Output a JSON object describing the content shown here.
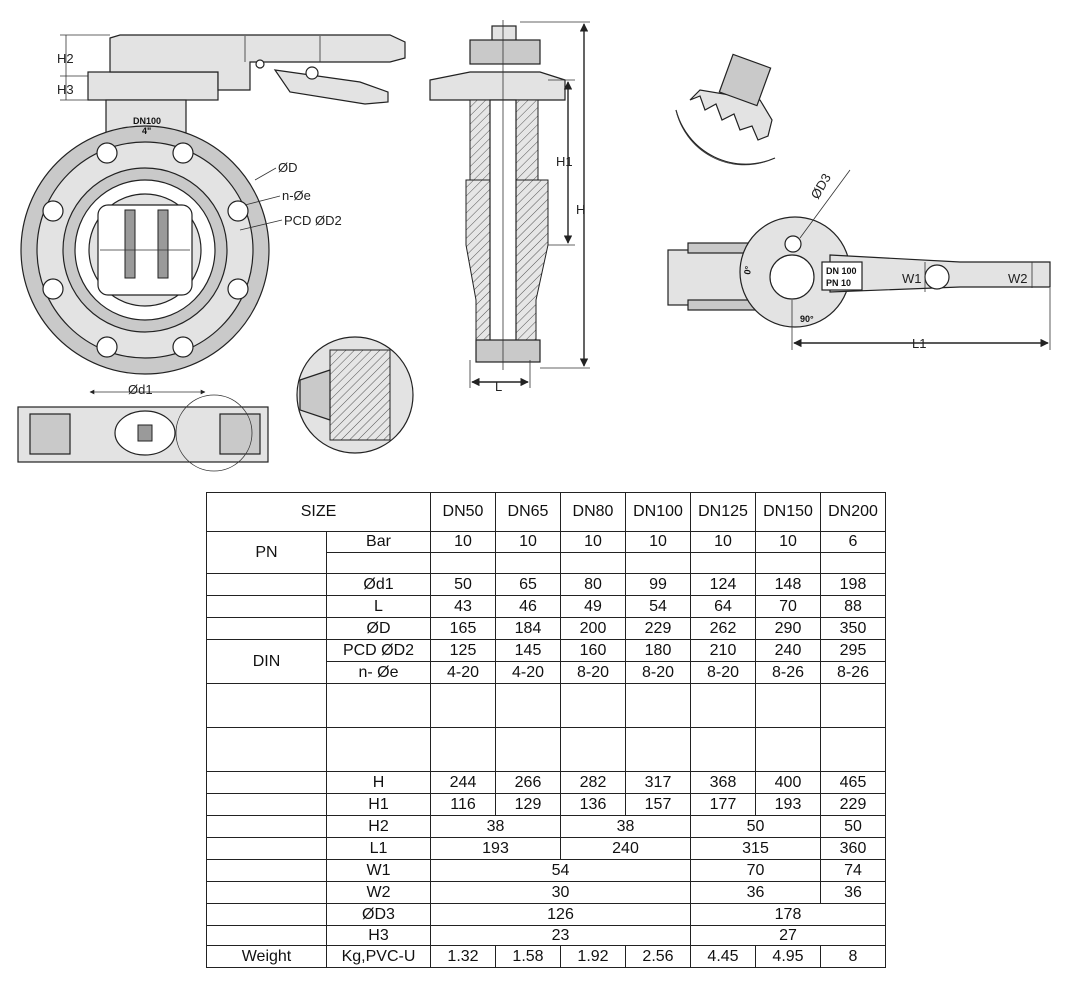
{
  "drawing_labels": {
    "h2": "H2",
    "h3": "H3",
    "d": "ØD",
    "ne": "n-Øe",
    "pcd": "PCD ØD2",
    "d1": "Ød1",
    "h1": "H1",
    "h": "H",
    "l": "L",
    "d3": "ØD3",
    "w1": "W1",
    "w2": "W2",
    "l1": "L1",
    "body_mark": "DN100",
    "body_mark2": "4\"",
    "plate_line1": "DN 100",
    "plate_line2": "PN 10",
    "angle_0": "0°",
    "angle_90": "90°"
  },
  "table": {
    "size_label": "SIZE",
    "sizes": [
      "DN50",
      "DN65",
      "DN80",
      "DN100",
      "DN125",
      "DN150",
      "DN200"
    ],
    "pn": {
      "label": "PN",
      "unit": "Bar",
      "values": [
        "10",
        "10",
        "10",
        "10",
        "10",
        "10",
        "6"
      ]
    },
    "din_label": "DIN",
    "din_rows": [
      {
        "label": "Ød1",
        "values": [
          "50",
          "65",
          "80",
          "99",
          "124",
          "148",
          "198"
        ]
      },
      {
        "label": "L",
        "values": [
          "43",
          "46",
          "49",
          "54",
          "64",
          "70",
          "88"
        ]
      },
      {
        "label": "ØD",
        "values": [
          "165",
          "184",
          "200",
          "229",
          "262",
          "290",
          "350"
        ]
      },
      {
        "label": "PCD ØD2",
        "values": [
          "125",
          "145",
          "160",
          "180",
          "210",
          "240",
          "295"
        ]
      },
      {
        "label": "n- Øe",
        "values": [
          "4-20",
          "4-20",
          "8-20",
          "8-20",
          "8-20",
          "8-26",
          "8-26"
        ]
      }
    ],
    "h": {
      "label": "H",
      "values": [
        "244",
        "266",
        "282",
        "317",
        "368",
        "400",
        "465"
      ]
    },
    "h1": {
      "label": "H1",
      "values": [
        "116",
        "129",
        "136",
        "157",
        "177",
        "193",
        "229"
      ]
    },
    "h2": {
      "label": "H2",
      "values": [
        "38",
        "38",
        "50",
        "50"
      ]
    },
    "l1": {
      "label": "L1",
      "values": [
        "193",
        "240",
        "315",
        "360"
      ]
    },
    "w1": {
      "label": "W1",
      "values": [
        "54",
        "70",
        "74"
      ]
    },
    "w2": {
      "label": "W2",
      "values": [
        "30",
        "36",
        "36"
      ]
    },
    "d3": {
      "label": "ØD3",
      "values": [
        "126",
        "178"
      ]
    },
    "h3": {
      "label": "H3",
      "values": [
        "23",
        "27"
      ]
    },
    "weight": {
      "label": "Weight",
      "unit": "Kg,PVC-U",
      "values": [
        "1.32",
        "1.58",
        "1.92",
        "2.56",
        "4.45",
        "4.95",
        "8"
      ]
    }
  }
}
